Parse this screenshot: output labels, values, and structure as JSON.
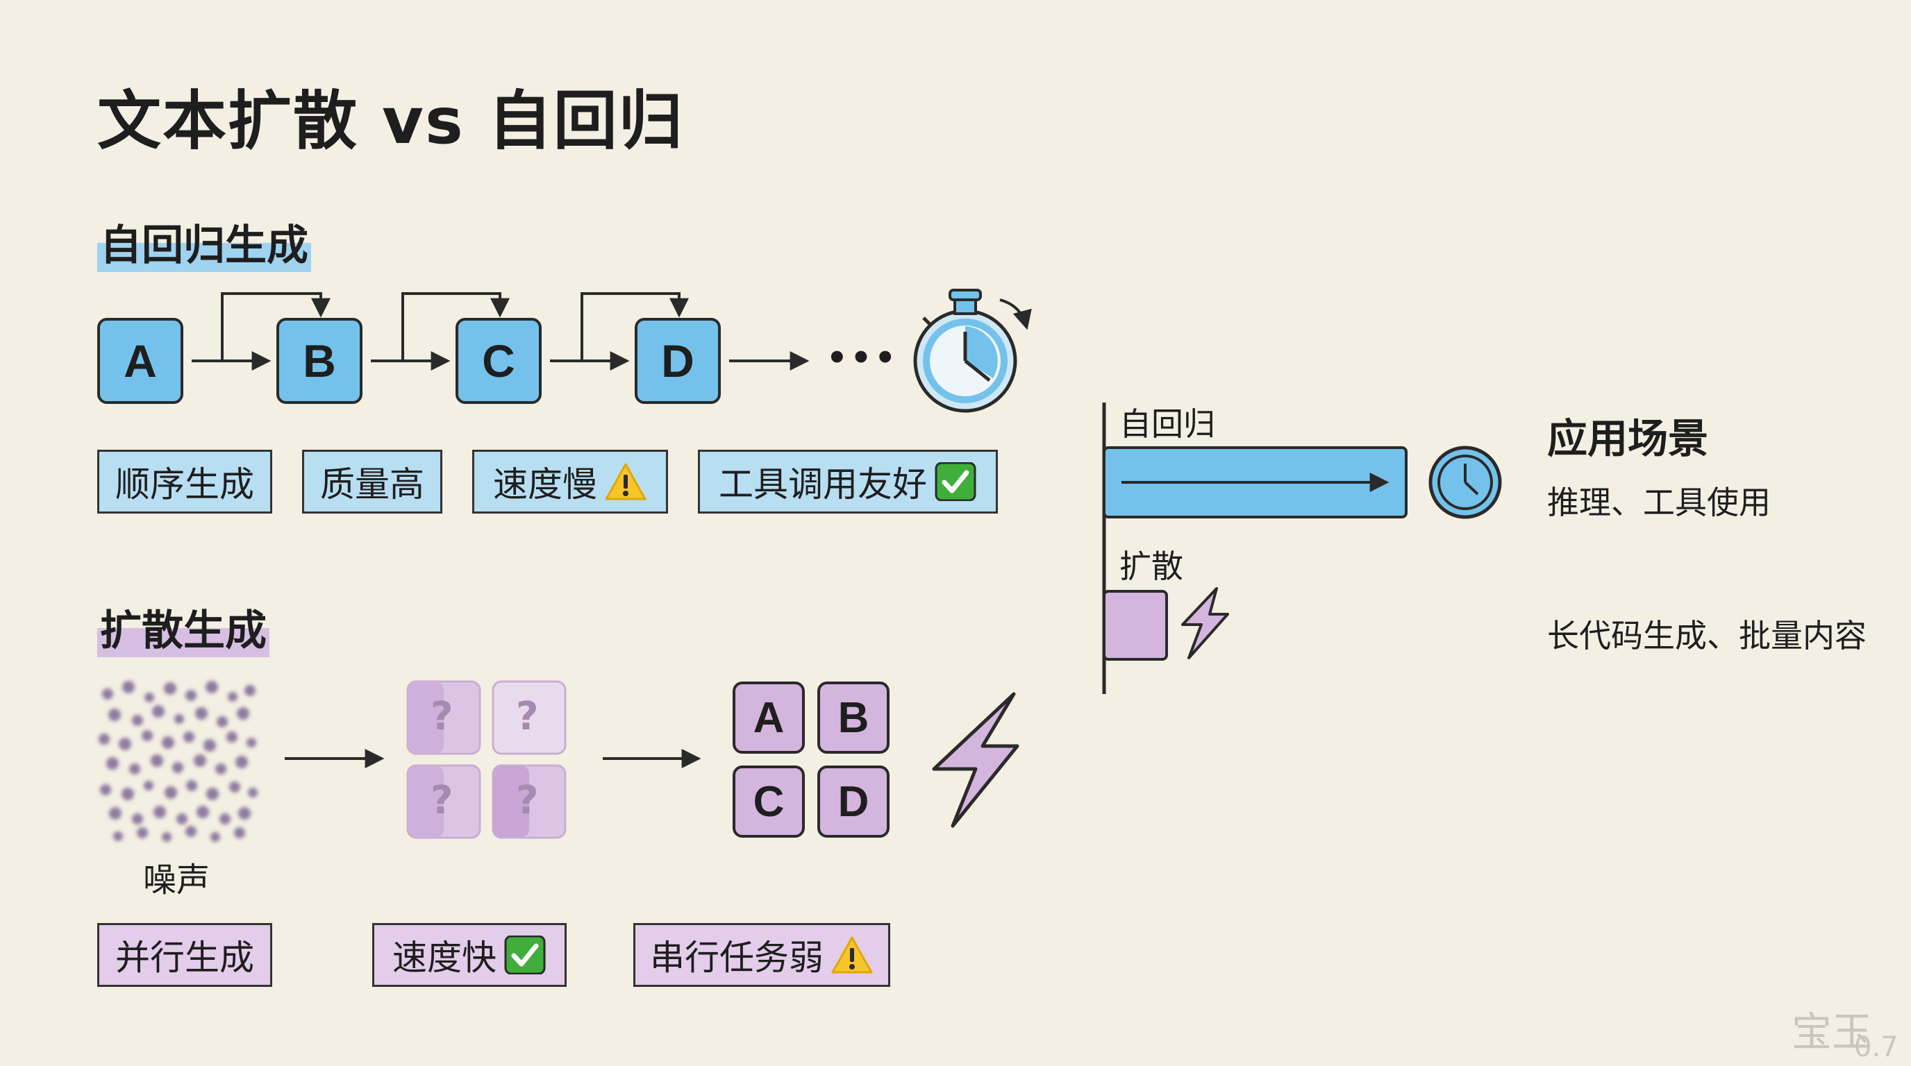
{
  "title": "文本扩散 vs 自回归",
  "autoregressive": {
    "section_title": "自回归生成",
    "tokens": [
      "A",
      "B",
      "C",
      "D"
    ],
    "ellipsis": "•••",
    "tags": [
      "顺序生成",
      "质量高",
      "速度慢",
      "工具调用友好"
    ]
  },
  "diffusion": {
    "section_title": "扩散生成",
    "noise_label": "噪声",
    "masked_token": "?",
    "tokens": [
      "A",
      "B",
      "C",
      "D"
    ],
    "tags": [
      "并行生成",
      "速度快",
      "串行任务弱"
    ]
  },
  "comparison": {
    "ar_label": "自回归",
    "diff_label": "扩散"
  },
  "applications": {
    "title": "应用场景",
    "ar_use": "推理、工具使用",
    "diff_use": "长代码生成、批量内容"
  },
  "watermark": {
    "text": "宝玉",
    "version": "0.7"
  },
  "colors": {
    "blue_fill": "#74c2ec",
    "blue_tag": "#b8def2",
    "purple_fill": "#d4b5de",
    "purple_tag": "#e3cdea",
    "warning": "#f6c52b",
    "check": "#3fae3a",
    "background": "#f3efe3"
  },
  "icons": {
    "stopwatch": "stopwatch-icon",
    "clock": "clock-icon",
    "lightning": "lightning-icon",
    "warning": "warning-icon",
    "check": "check-icon"
  }
}
